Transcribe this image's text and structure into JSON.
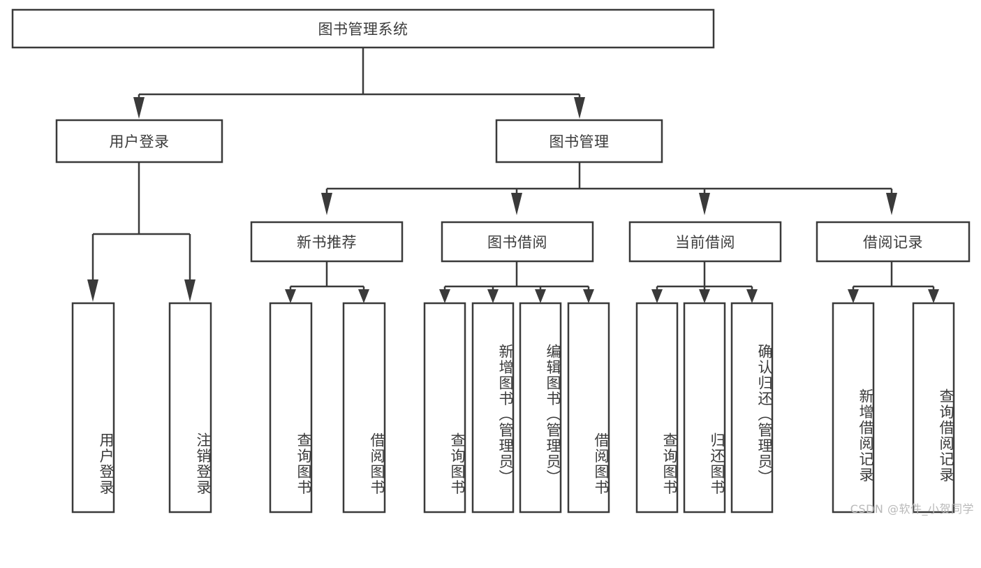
{
  "diagram": {
    "type": "tree-hierarchy-chart",
    "title": "图书管理系统",
    "stroke_color": "#3a3a3a",
    "text_color": "#3b3b3b",
    "background_color": "#ffffff",
    "levels": [
      {
        "level": 1,
        "nodes": [
          {
            "id": "root",
            "label": "图书管理系统",
            "orientation": "horizontal"
          }
        ]
      },
      {
        "level": 2,
        "nodes": [
          {
            "id": "user-login",
            "label": "用户登录",
            "orientation": "horizontal",
            "parent": "root"
          },
          {
            "id": "book-manage",
            "label": "图书管理",
            "orientation": "horizontal",
            "parent": "root"
          }
        ]
      },
      {
        "level": 3,
        "nodes": [
          {
            "id": "new-book-recommend",
            "label": "新书推荐",
            "orientation": "horizontal",
            "parent": "book-manage"
          },
          {
            "id": "book-borrow",
            "label": "图书借阅",
            "orientation": "horizontal",
            "parent": "book-manage"
          },
          {
            "id": "current-borrow",
            "label": "当前借阅",
            "orientation": "horizontal",
            "parent": "book-manage"
          },
          {
            "id": "borrow-record",
            "label": "借阅记录",
            "orientation": "horizontal",
            "parent": "book-manage"
          }
        ]
      },
      {
        "level": 4,
        "nodes": [
          {
            "id": "leaf-user-login",
            "label": "用户登录",
            "orientation": "vertical",
            "parent": "user-login"
          },
          {
            "id": "leaf-logout",
            "label": "注销登录",
            "orientation": "vertical",
            "parent": "user-login"
          },
          {
            "id": "leaf-query-book-1",
            "label": "查询图书",
            "orientation": "vertical",
            "parent": "new-book-recommend"
          },
          {
            "id": "leaf-borrow-book-1",
            "label": "借阅图书",
            "orientation": "vertical",
            "parent": "new-book-recommend"
          },
          {
            "id": "leaf-query-book-2",
            "label": "查询图书",
            "orientation": "vertical",
            "parent": "book-borrow"
          },
          {
            "id": "leaf-add-book",
            "label": "新增图书（管理员）",
            "orientation": "vertical",
            "parent": "book-borrow"
          },
          {
            "id": "leaf-edit-book",
            "label": "编辑图书（管理员）",
            "orientation": "vertical",
            "parent": "book-borrow"
          },
          {
            "id": "leaf-borrow-book-2",
            "label": "借阅图书",
            "orientation": "vertical",
            "parent": "book-borrow"
          },
          {
            "id": "leaf-query-book-3",
            "label": "查询图书",
            "orientation": "vertical",
            "parent": "current-borrow"
          },
          {
            "id": "leaf-return-book",
            "label": "归还图书",
            "orientation": "vertical",
            "parent": "current-borrow"
          },
          {
            "id": "leaf-confirm-return",
            "label": "确认归还（管理员）",
            "orientation": "vertical",
            "parent": "current-borrow"
          },
          {
            "id": "leaf-add-record",
            "label": "新增借阅记录",
            "orientation": "vertical",
            "parent": "borrow-record"
          },
          {
            "id": "leaf-query-record",
            "label": "查询借阅记录",
            "orientation": "vertical",
            "parent": "borrow-record"
          }
        ]
      }
    ]
  },
  "watermark": {
    "text": "CSDN @软件_小贺同学"
  }
}
